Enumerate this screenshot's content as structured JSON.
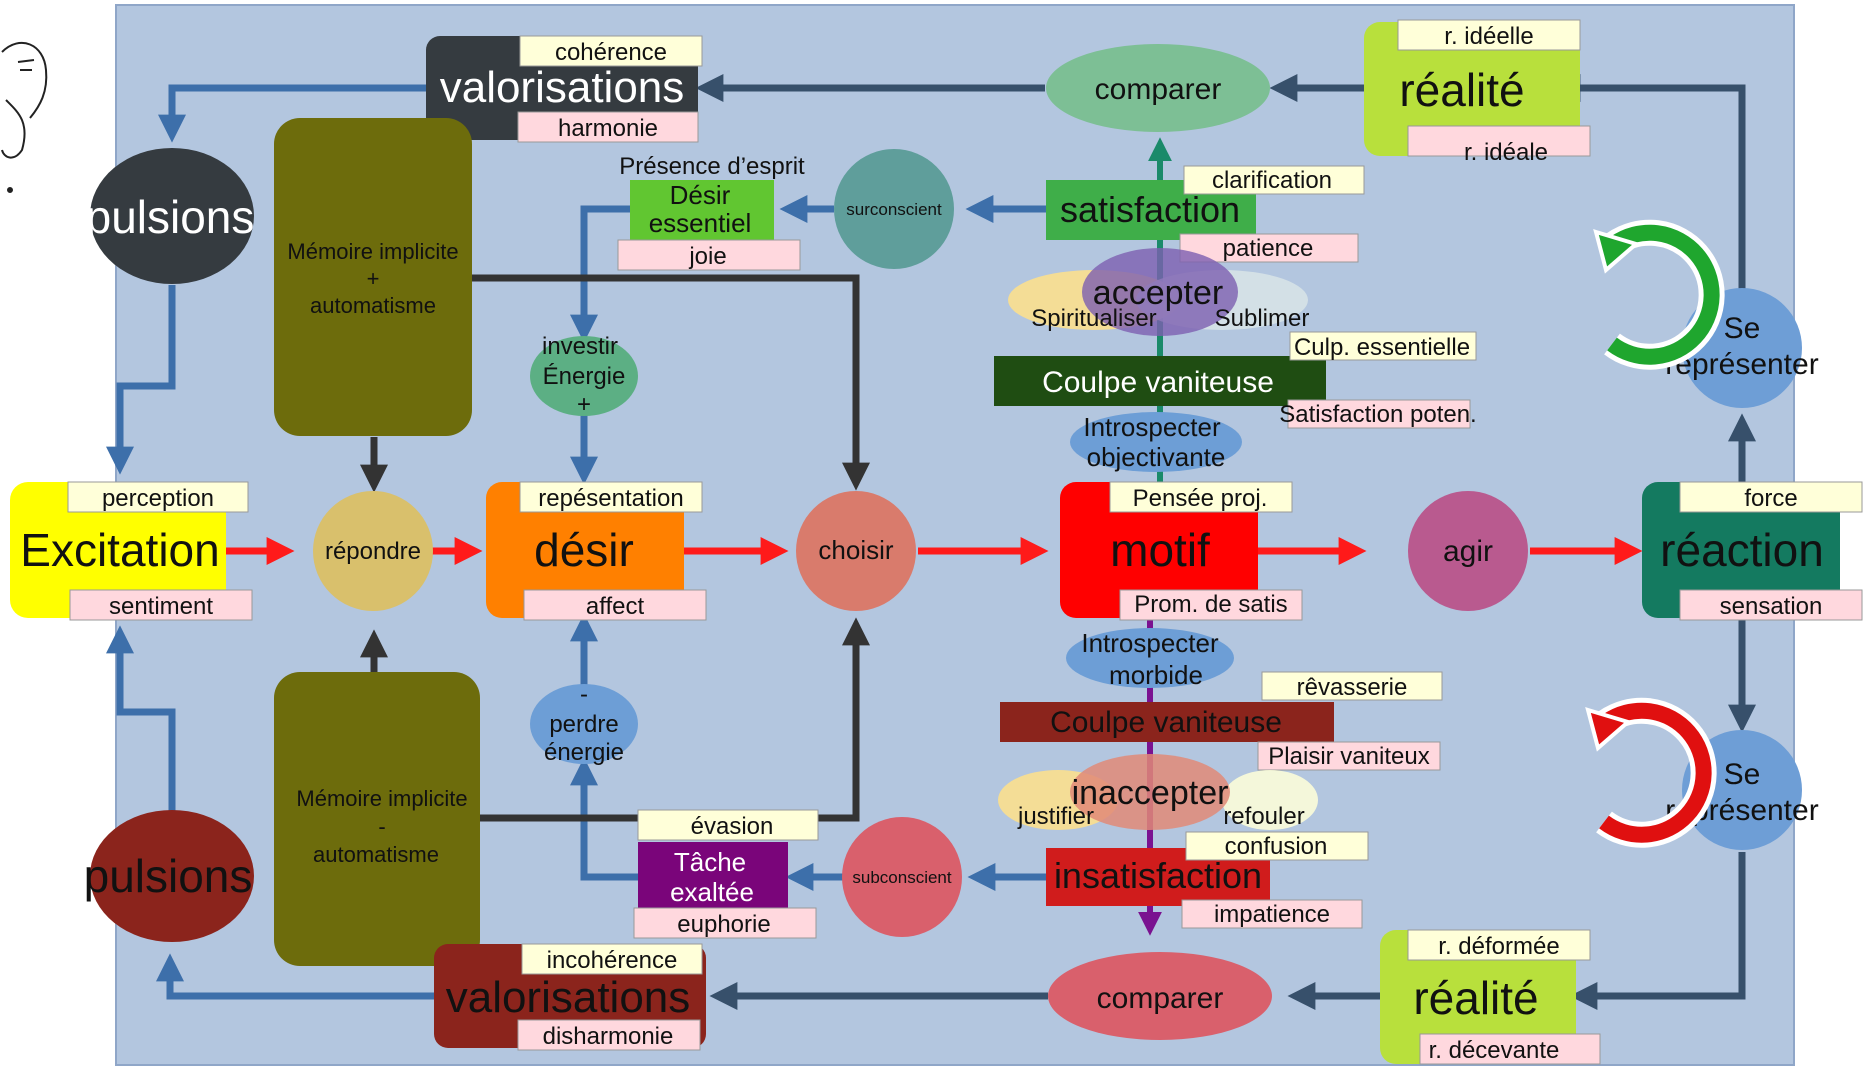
{
  "colors": {
    "panel": "#b3c6df",
    "blue_arrow": "#3d6faa",
    "red_arrow": "#ff1a1a",
    "dark_arrow": "#333333",
    "slate_arrow": "#37506b",
    "tag_yellow": "#ffffd9",
    "tag_pink": "#ffd8de"
  },
  "top": {
    "valorisations": "valorisations",
    "coherence": "cohérence",
    "harmonie": "harmonie",
    "comparer": "comparer",
    "realite": "réalité",
    "r_idelle": "r. idéelle",
    "r_ideale": "r. idéale",
    "pulsions": "pulsions",
    "memoire_line1": "Mémoire implicite",
    "memoire_line2": "+",
    "memoire_line3": "automatisme",
    "presence": "Présence d’esprit",
    "desir_ess_1": "Désir",
    "desir_ess_2": "essentiel",
    "joie": "joie",
    "surconscient": "surconscient",
    "satisfaction": "satisfaction",
    "clarification": "clarification",
    "patience": "patience",
    "accepter": "accepter",
    "spiritualiser": "Spiritualiser",
    "sublimer": "Sublimer",
    "culp_essentielle": "Culp. essentielle",
    "coulpe": "Coulpe vaniteuse",
    "satisfaction_poten": "Satisfaction poten.",
    "intro_obj_1": "Introspecter",
    "intro_obj_2": "objectivante",
    "investir_1": "investir",
    "investir_2": "Énergie",
    "investir_3": "+",
    "se_rep_1": "Se",
    "se_rep_2": "représenter"
  },
  "middle": {
    "excitation": "Excitation",
    "perception": "perception",
    "sentiment": "sentiment",
    "repondre": "répondre",
    "desir": "désir",
    "representation": "repésentation",
    "affect": "affect",
    "choisir": "choisir",
    "motif": "motif",
    "pensee_proj": "Pensée proj.",
    "prom_satis": "Prom. de satis",
    "agir": "agir",
    "reaction": "réaction",
    "force": "force",
    "sensation": "sensation"
  },
  "bottom": {
    "intro_morb_1": "Introspecter",
    "intro_morb_2": "morbide",
    "revasserie": "rêvasserie",
    "coulpe": "Coulpe vaniteuse",
    "plaisir_vaniteux": "Plaisir vaniteux",
    "inaccepter": "inaccepter",
    "justifier": "justifier",
    "refouler": "refouler",
    "confusion": "confusion",
    "insatisfaction": "insatisfaction",
    "impatience": "impatience",
    "subconscient": "subconscient",
    "tache_1": "Tâche",
    "tache_2": "exaltée",
    "evasion": "évasion",
    "euphorie": "euphorie",
    "perdre_1": "-",
    "perdre_2": "perdre",
    "perdre_3": "énergie",
    "memoire_line1": "Mémoire implicite",
    "memoire_line2": "-",
    "memoire_line3": "automatisme",
    "pulsions": "pulsions",
    "valorisations": "valorisations",
    "incoherence": "incohérence",
    "disharmonie": "disharmonie",
    "comparer": "comparer",
    "realite": "réalité",
    "r_deformee": "r. déformée",
    "r_decevante": "r. décevante",
    "se_rep_1": "Se",
    "se_rep_2": "représenter"
  },
  "cycles": {
    "positive": "green-cycle-icon",
    "negative": "red-cycle-icon"
  }
}
